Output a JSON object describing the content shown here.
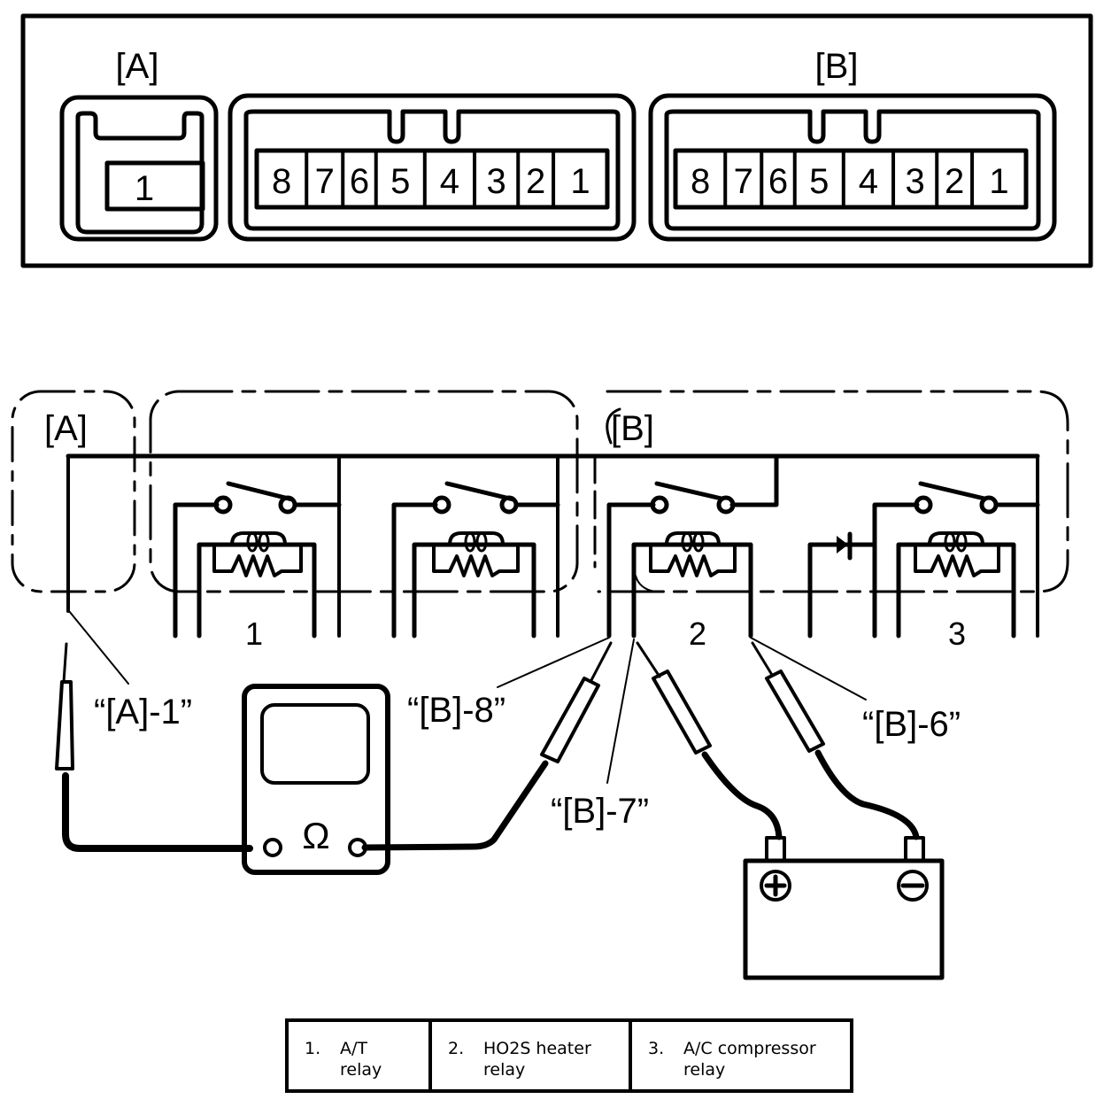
{
  "connectors": {
    "a": {
      "label": "[A]",
      "pins": [
        "1"
      ]
    },
    "b_left": {
      "pins": [
        "8",
        "7",
        "6",
        "5",
        "4",
        "3",
        "2",
        "1"
      ]
    },
    "b": {
      "label": "[B]",
      "pins": [
        "8",
        "7",
        "6",
        "5",
        "4",
        "3",
        "2",
        "1"
      ]
    }
  },
  "circuit": {
    "group_a_label": "[A]",
    "group_b_label": "[B]",
    "relay_numbers": [
      "1",
      "2",
      "3"
    ],
    "callouts": {
      "a1": "“[A]-1”",
      "b8": "“[B]-8”",
      "b7": "“[B]-7”",
      "b6": "“[B]-6”"
    },
    "ohmmeter_symbol": "Ω",
    "battery": {
      "positive": "+",
      "negative": "−"
    }
  },
  "legend": [
    {
      "num": "1.",
      "text": "A/T relay"
    },
    {
      "num": "2.",
      "text": "HO2S heater relay"
    },
    {
      "num": "3.",
      "text": "A/C compressor relay"
    }
  ]
}
